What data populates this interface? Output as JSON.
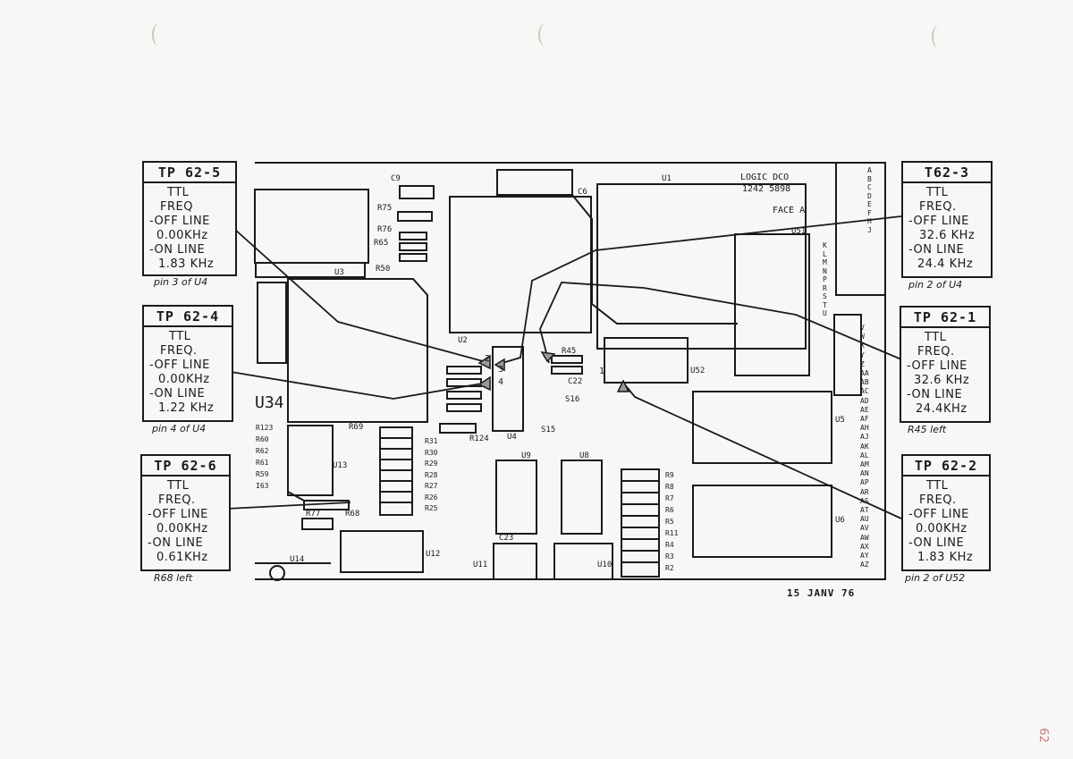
{
  "board": {
    "title": "LOGIC DCO",
    "part_number": "1242 5898",
    "face": "FACE A",
    "date": "15 JANV 76",
    "margin_mark": "62"
  },
  "test_points": {
    "tp5": {
      "title": "TP 62-5",
      "lines": [
        "TTL",
        "FREQ",
        "-OFF LINE",
        "0.00KHz",
        "-ON LINE",
        "1.83 KHz"
      ],
      "note": "pin 3 of U4"
    },
    "tp4": {
      "title": "TP 62-4",
      "lines": [
        "TTL",
        "FREQ.",
        "-OFF LINE",
        "0.00KHz",
        "-ON LINE",
        "1.22 KHz"
      ],
      "note": "pin 4 of U4"
    },
    "tp6": {
      "title": "TP 62-6",
      "lines": [
        "TTL",
        "FREQ.",
        "-OFF LINE",
        "0.00KHz",
        "-ON LINE",
        "0.61KHz"
      ],
      "note": "R68 left"
    },
    "tp3": {
      "title": "T62-3",
      "lines": [
        "TTL",
        "FREQ.",
        "-OFF LINE",
        "32.6 KHz",
        "-ON LINE",
        "24.4 KHz"
      ],
      "note": "pin 2 of U4"
    },
    "tp1": {
      "title": "TP 62-1",
      "lines": [
        "TTL",
        "FREQ.",
        "-OFF LINE",
        "32.6 KHz",
        "-ON LINE",
        "24.4KHz"
      ],
      "note": "R45 left"
    },
    "tp2": {
      "title": "TP 62-2",
      "lines": [
        "TTL",
        "FREQ.",
        "-OFF LINE",
        "0.00KHz",
        "-ON LINE",
        "1.83 KHz"
      ],
      "note": "pin 2 of U52"
    }
  },
  "components": {
    "u1": "U1",
    "u2": "U2",
    "u3": "U3",
    "u4": "U4",
    "u5": "U5",
    "u6": "U6",
    "u8": "U8",
    "u9": "U9",
    "u10": "U10",
    "u11": "U11",
    "u12": "U12",
    "u13": "U13",
    "u14": "U14",
    "u34": "U34",
    "u51": "U51",
    "u52": "U52",
    "c6": "C6",
    "c9": "C9",
    "c22": "C22",
    "c23": "C23",
    "r45": "R45",
    "r50": "R50",
    "r65": "R65",
    "r69": "R69",
    "r75": "R75",
    "r76": "R76",
    "r124": "R124",
    "r77": "R77",
    "r68": "R68",
    "s15": "S15",
    "s16": "S16",
    "pin1": "1",
    "pin2": "2",
    "pin3": "3",
    "pin4": "4"
  },
  "resistor_list_left": [
    "R123",
    "R60",
    "R62",
    "R61",
    "R59",
    "I63"
  ],
  "resistor_list_mid": [
    "R31",
    "R30",
    "R29",
    "R28",
    "R27",
    "R26",
    "R25"
  ],
  "resistor_list_right": [
    "R9",
    "R8",
    "R7",
    "R6",
    "R5",
    "R11",
    "R4",
    "R3",
    "R2"
  ],
  "edge_connector_top": [
    "A",
    "B",
    "C",
    "D",
    "E",
    "F",
    "H",
    "J"
  ],
  "edge_connector_mid": [
    "K",
    "L",
    "M",
    "N",
    "P",
    "R",
    "S",
    "T",
    "U"
  ],
  "edge_connector_bottom": [
    "V",
    "W",
    "X",
    "Y",
    "Z",
    "AA",
    "AB",
    "AC",
    "AD",
    "AE",
    "AF",
    "AH",
    "AJ",
    "AK",
    "AL",
    "AM",
    "AN",
    "AP",
    "AR",
    "AS",
    "AT",
    "AU",
    "AV",
    "AW",
    "AX",
    "AY",
    "AZ"
  ]
}
